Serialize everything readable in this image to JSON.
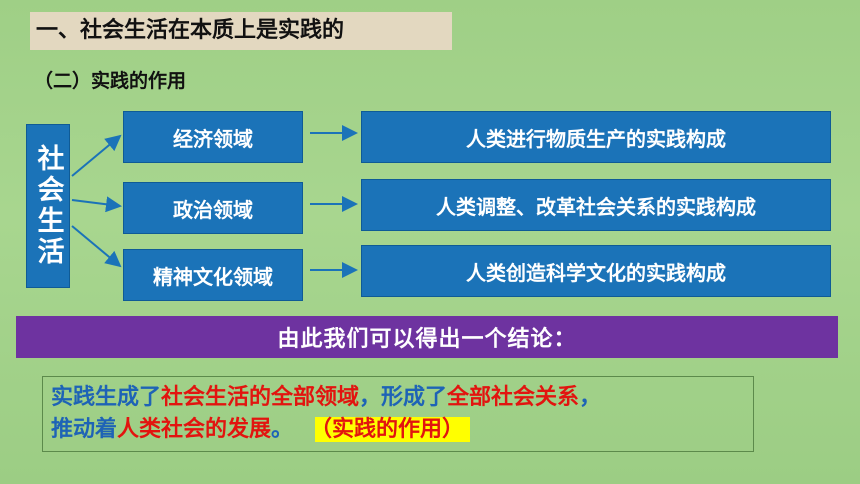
{
  "title": "一、社会生活在本质上是实践的",
  "subtitle": "（二）实践的作用",
  "vertical_label": "社会生活",
  "domains": [
    "经济领域",
    "政治领域",
    "精神文化领域"
  ],
  "results": [
    "人类进行物质生产的实践构成",
    "人类调整、改革社会关系的实践构成",
    "人类创造科学文化的实践构成"
  ],
  "banner": "由此我们可以得出一个结论：",
  "conclusion": {
    "p1": "实践生成了",
    "p2": "社会生活的全部领域",
    "p3": "，形成了",
    "p4": "全部社会关系",
    "p5": "，",
    "p6": "推动着",
    "p7": "人类社会的发展",
    "p8": "。",
    "p9": "（实践的作用）"
  },
  "colors": {
    "blue": "#1b73b8",
    "purple": "#6e33a0",
    "red": "#e2140f",
    "text_blue": "#1e63b6",
    "highlight": "#ffff00"
  }
}
